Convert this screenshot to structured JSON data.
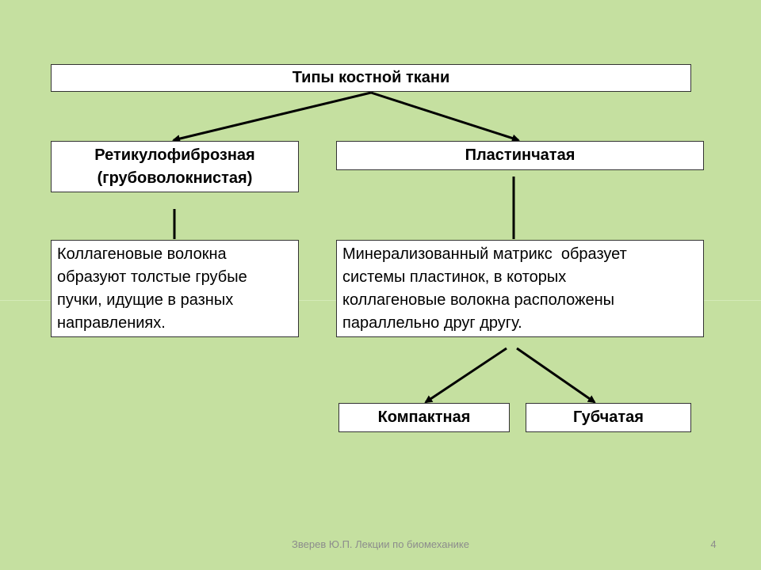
{
  "diagram": {
    "root": "Типы костной ткани",
    "reticulofibrous": {
      "title_line1": "Ретикулофиброзная",
      "title_line2": "(грубоволокнистая)",
      "description": [
        "Коллагеновые волокна",
        "образуют толстые грубые",
        "пучки, идущие в разных",
        "направлениях."
      ]
    },
    "lamellar": {
      "title": "Пластинчатая",
      "description": [
        "Минерализованный матрикс  образует",
        "системы пластинок, в которых",
        "коллагеновые волокна расположены",
        "параллельно друг другу."
      ],
      "subtypes": {
        "compact": "Компактная",
        "spongy": "Губчатая"
      }
    }
  },
  "footer": {
    "text": "Зверев Ю.П. Лекции по биомеханике",
    "page": "4"
  },
  "colors": {
    "background": "#c5e0a0",
    "box_fill": "#ffffff",
    "box_border": "#333333",
    "connector": "#000000",
    "footer_text": "#8c8c8c"
  }
}
